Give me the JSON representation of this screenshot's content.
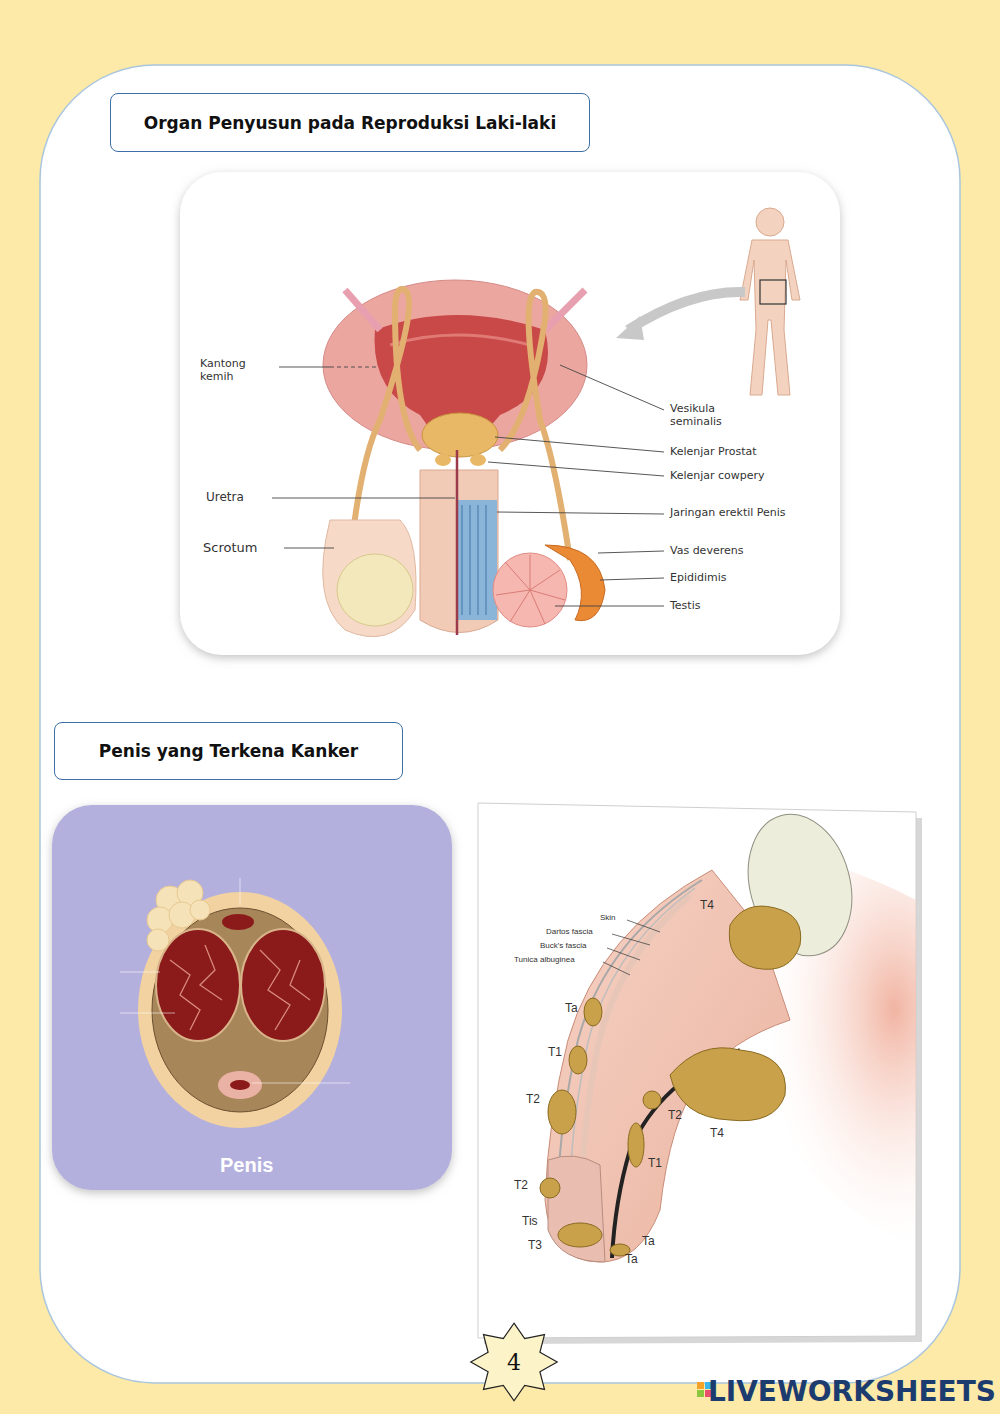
{
  "diagram": {
    "nodes": [
      {
        "text": [
          "Organ Penyusun pada Reproduksi Laki-laki"
        ]
      },
      {
        "text": [
          "Penis yang Terkena Kanker"
        ]
      },
      {
        "text": [
          "4"
        ]
      }
    ],
    "labels": [
      "Kantong kemih",
      "Uretra",
      "Scrotum",
      "Vesikula seminalis",
      "Kelenjar Prostat",
      "Kelenjar cowpery",
      "Jaringan erektil Penis",
      "Vas deverens",
      "Epididimis",
      "Testis",
      "Penis",
      "Skin",
      "Dartos fascia",
      "Buck's fascia",
      "Tunica albuginea",
      "T4",
      "Ta",
      "T1",
      "T2",
      "T2",
      "T4",
      "T1",
      "T2",
      "Tis",
      "T3",
      "Ta",
      "Ta",
      "LIVEWORKSHEETS"
    ]
  }
}
